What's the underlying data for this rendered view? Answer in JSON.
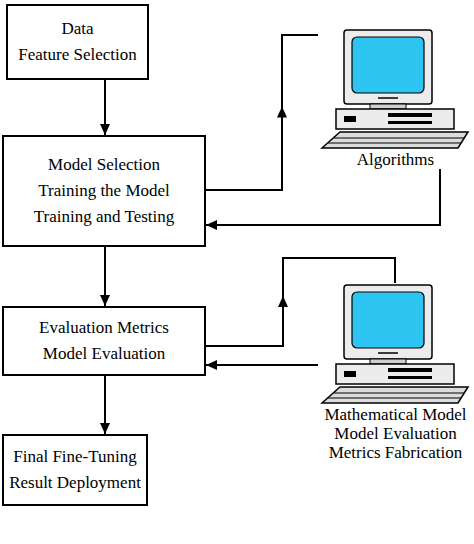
{
  "diagram": {
    "nodes": [
      {
        "text": [
          "Data",
          "Feature Selection"
        ]
      },
      {
        "text": [
          "Model Selection",
          "Training the Model",
          "Training and Testing"
        ]
      },
      {
        "text": [
          "Algorithms"
        ]
      },
      {
        "text": [
          "Evaluation Metrics",
          "Model Evaluation"
        ]
      },
      {
        "text": [
          "Mathematical Model",
          "Model Evaluation",
          "Metrics Fabrication"
        ]
      },
      {
        "text": [
          "Final Fine-Tuning",
          "Result Deployment"
        ]
      }
    ],
    "edges": [
      {
        "from": 0,
        "to": 1,
        "arrow": "to"
      },
      {
        "from": 1,
        "to": 2,
        "arrow": "to"
      },
      {
        "from": 2,
        "to": 1,
        "arrow": "to"
      },
      {
        "from": 1,
        "to": 3,
        "arrow": "to"
      },
      {
        "from": 3,
        "to": 4,
        "arrow": "to"
      },
      {
        "from": 4,
        "to": 3,
        "arrow": "to"
      },
      {
        "from": 3,
        "to": 5,
        "arrow": "to"
      }
    ]
  }
}
